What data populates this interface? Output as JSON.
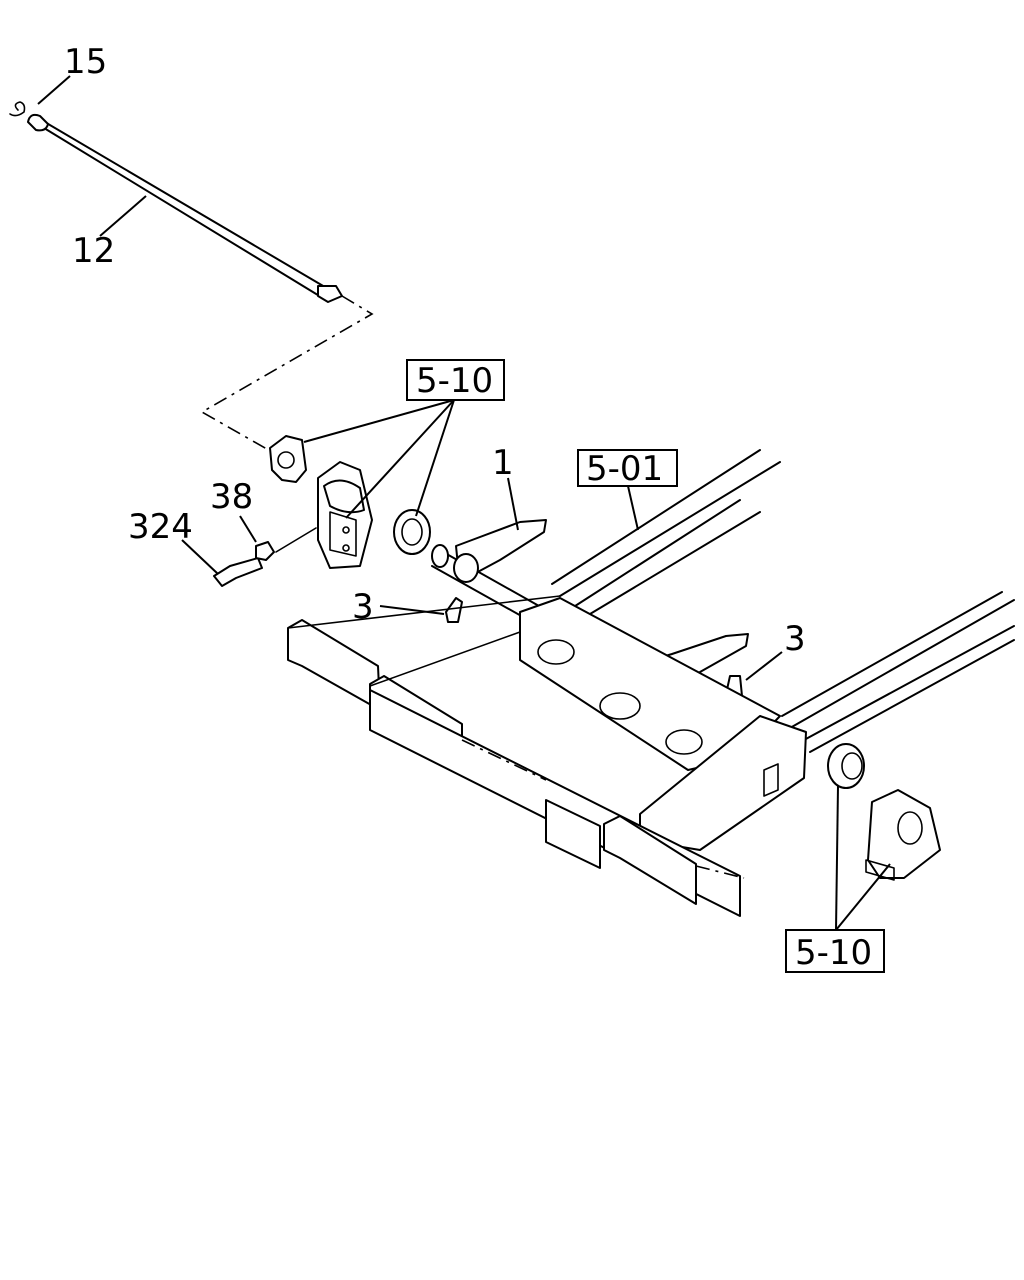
{
  "callouts": {
    "c15": "15",
    "c12": "12",
    "c5_10_top": "5-10",
    "c1": "1",
    "c5_01": "5-01",
    "c38": "38",
    "c324": "324",
    "c3_left": "3",
    "c3_right": "3",
    "c5_10_bottom": "5-10"
  }
}
